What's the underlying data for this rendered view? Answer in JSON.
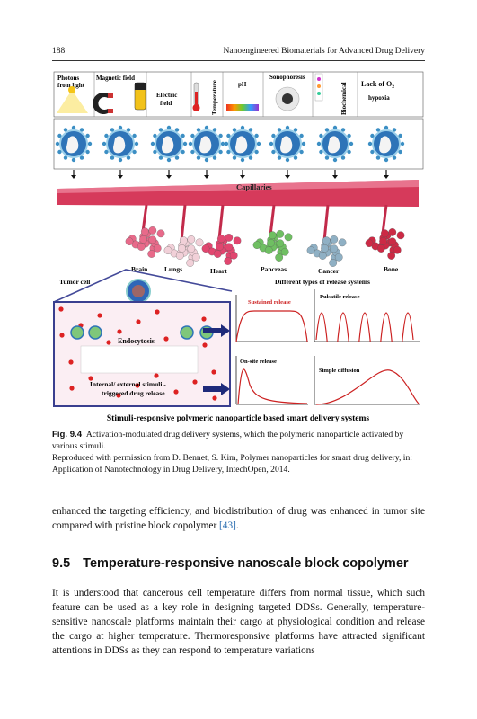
{
  "header": {
    "page_number": "188",
    "running_title": "Nanoengineered Biomaterials for Advanced Drug Delivery"
  },
  "figure": {
    "stimuli": [
      {
        "line1": "Photons",
        "line2": "from light"
      },
      {
        "line1": "Magnetic field",
        "line2": ""
      },
      {
        "line1": "Electric",
        "line2": "field"
      },
      {
        "line1": "Temperature",
        "line2": ""
      },
      {
        "line1": "pH",
        "line2": ""
      },
      {
        "line1": "Sonophoresis",
        "line2": ""
      },
      {
        "line1": "Biochemical",
        "line2": ""
      },
      {
        "line1": "Lack of O",
        "line2": "hypoxia"
      }
    ],
    "capillaries": "Capillaries",
    "organs": [
      "Brain",
      "Lungs",
      "Heart",
      "Pancreas",
      "Cancer",
      "Bone"
    ],
    "tumor_cell": "Tumor cell",
    "release_title": "Different types of release systems",
    "release_types": [
      "Sustained release",
      "Pulsatile release",
      "On-site release",
      "Simple diffusion"
    ],
    "endocytosis": "Endocytosis",
    "internal_label_1": "Internal/ external stimuli -",
    "internal_label_2": "triggered drug release",
    "bottom_title": "Stimuli-responsive polymeric nanoparticle based smart delivery systems"
  },
  "caption": {
    "label": "Fig. 9.4",
    "text": "Activation-modulated drug delivery systems, which the polymeric nanoparticle activated by various stimuli.",
    "credit": "Reproduced with permission from D. Bennet, S. Kim, Polymer nanoparticles for smart drug delivery, in: Application of Nanotechnology in Drug Delivery, IntechOpen, 2014."
  },
  "body": {
    "para1": "enhanced the targeting efficiency, and biodistribution of drug was enhanced in tumor site compared with pristine block copolymer",
    "para1_ref": "[43]",
    "section_number": "9.5",
    "section_title": "Temperature-responsive nanoscale block copolymer",
    "para2": "It is understood that cancerous cell temperature differs from normal tissue, which such feature can be used as a key role in designing targeted DDSs. Generally, temperature-sensitive nanoscale platforms maintain their cargo at physiological condition and release the cargo at higher temperature. Thermoresponsive platforms have attracted significant attentions in DDSs as they can respond to temperature variations"
  }
}
